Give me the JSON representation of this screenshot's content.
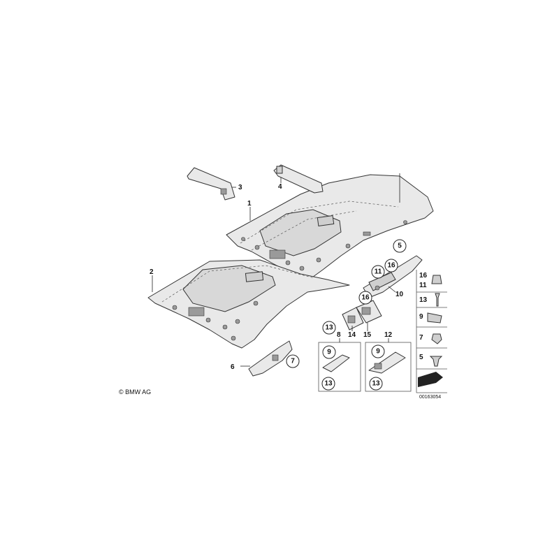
{
  "diagram": {
    "copyright": "© BMW AG",
    "document_number": "00163054",
    "labels": {
      "l1": "1",
      "l2": "2",
      "l3": "3",
      "l4": "4",
      "l5": "5",
      "l6": "6",
      "l8": "8",
      "l10": "10",
      "l12": "12",
      "l14": "14",
      "l15": "15"
    },
    "callouts": {
      "c7": "7",
      "c11": "11",
      "c16a": "16",
      "c16b": "16",
      "c13a": "13",
      "c9a": "9",
      "c13b": "13",
      "c9b": "9",
      "c13c": "13"
    },
    "legend": {
      "items": [
        {
          "num1": "16",
          "num2": "11"
        },
        {
          "num1": "13"
        },
        {
          "num1": "9"
        },
        {
          "num1": "7"
        },
        {
          "num1": "5"
        }
      ]
    }
  }
}
